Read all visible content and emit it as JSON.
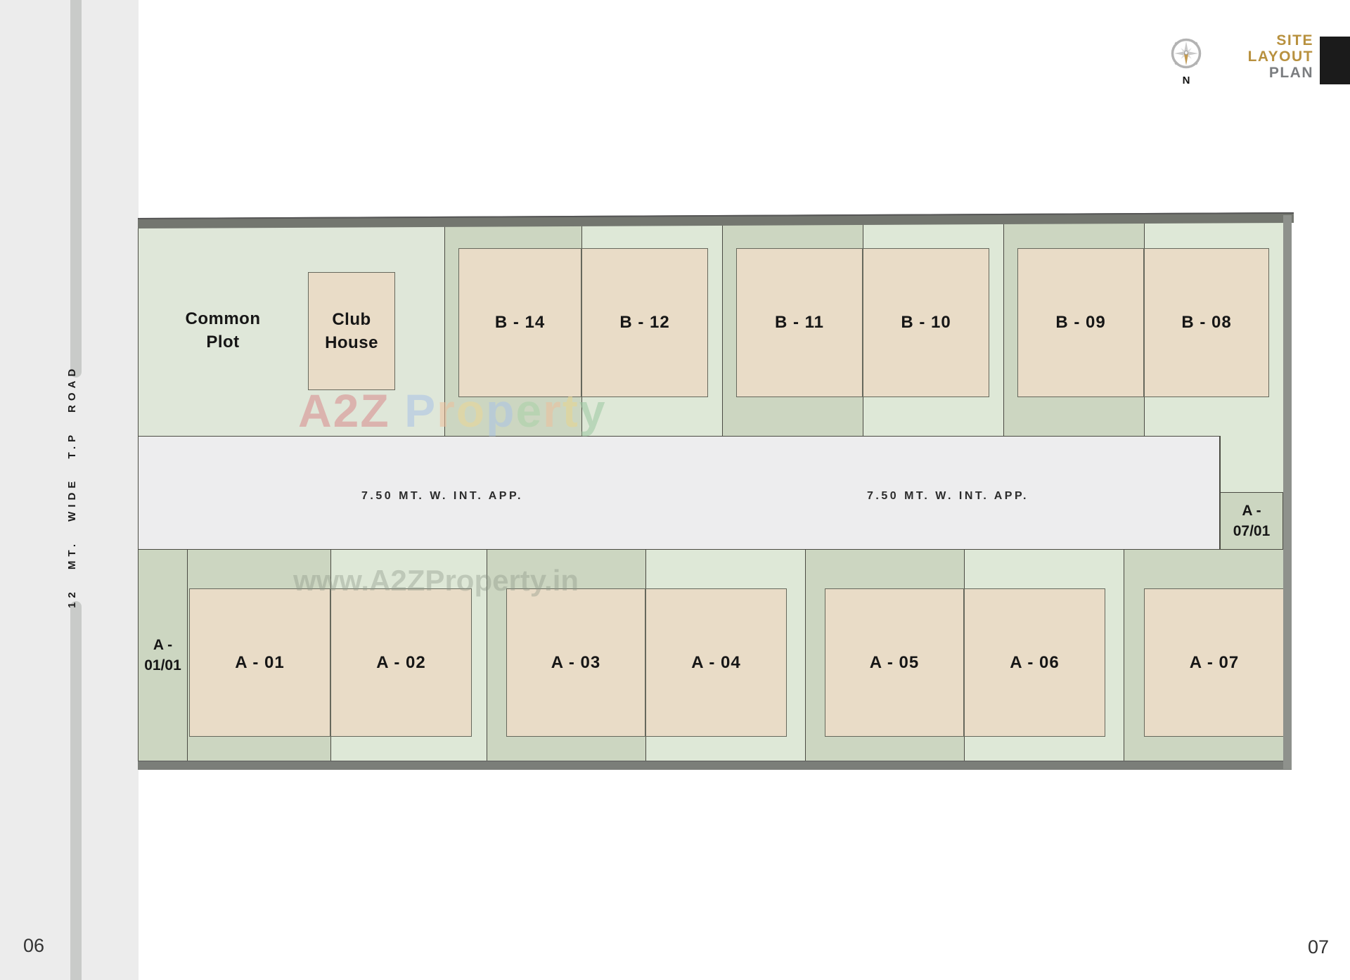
{
  "sidebar": {
    "road_label": "12 MT. WIDE T.P ROAD",
    "page_number_left": "06"
  },
  "footer": {
    "page_number_right": "07"
  },
  "header": {
    "title_line1": "SITE",
    "title_line2": "LAYOUT",
    "title_line3": "PLAN",
    "compass_label": "N"
  },
  "plan": {
    "common_plot": {
      "line1": "Common",
      "line2": "Plot"
    },
    "club_house": {
      "line1": "Club",
      "line2": "House"
    },
    "b_plots": [
      {
        "id": "B - 14"
      },
      {
        "id": "B - 12"
      },
      {
        "id": "B - 11"
      },
      {
        "id": "B - 10"
      },
      {
        "id": "B - 09"
      },
      {
        "id": "B - 08"
      }
    ],
    "a_plots": [
      {
        "id": "A - 01"
      },
      {
        "id": "A - 02"
      },
      {
        "id": "A - 03"
      },
      {
        "id": "A - 04"
      },
      {
        "id": "A - 05"
      },
      {
        "id": "A - 06"
      },
      {
        "id": "A - 07"
      }
    ],
    "corner_plot_left": {
      "line1": "A -",
      "line2": "01/01"
    },
    "corner_plot_right": {
      "line1": "A -",
      "line2": "07/01"
    },
    "internal_road_label_1": "7.50 MT. W. INT. APP.",
    "internal_road_label_2": "7.50 MT. W. INT. APP."
  },
  "watermarks": {
    "center": {
      "letters": [
        {
          "ch": "A",
          "color": "#d8898b"
        },
        {
          "ch": "2",
          "color": "#d8898b"
        },
        {
          "ch": "Z",
          "color": "#d8898b"
        },
        {
          "ch": " ",
          "color": null
        },
        {
          "ch": "P",
          "color": "#a9c2e6"
        },
        {
          "ch": "r",
          "color": "#eec09c"
        },
        {
          "ch": "o",
          "color": "#ecd794"
        },
        {
          "ch": "p",
          "color": "#abc3e6"
        },
        {
          "ch": "e",
          "color": "#a9d2a6"
        },
        {
          "ch": "r",
          "color": "#eec09c"
        },
        {
          "ch": "t",
          "color": "#e8d58e"
        },
        {
          "ch": "y",
          "color": "#9cc9a2"
        }
      ]
    },
    "bottom": "www.A2ZProperty.in"
  },
  "colors": {
    "accent_gold": "#b8913f",
    "title_gray": "#7b7d80",
    "plot_fill_tan": "#e9dcc7",
    "parcel_green_dark": "#ccd6c1",
    "parcel_green_light": "#dee8d7",
    "common_plot_green": "#dfe7d9",
    "road_fill": "#ededee",
    "frame_bar_gray": "#73766f",
    "sidebar_gray": "#ececec",
    "sidebar_stripe": "#c9cbc9"
  }
}
